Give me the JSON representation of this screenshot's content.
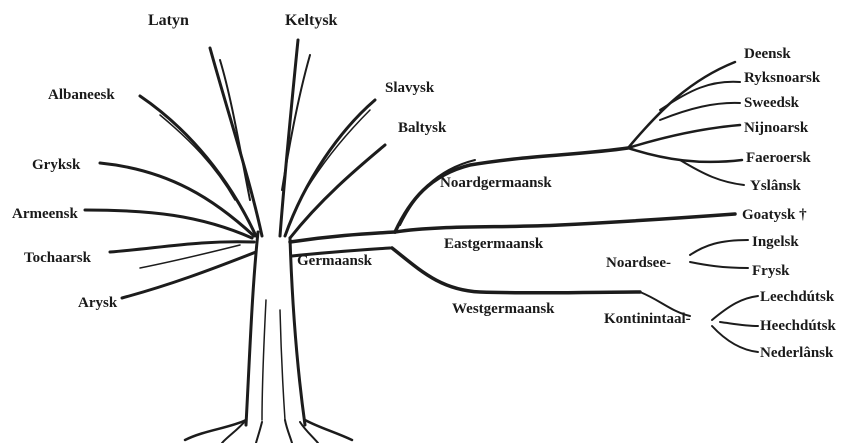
{
  "tree": {
    "top_branches": {
      "latyn": "Latyn",
      "keltysk": "Keltysk",
      "albaneesk": "Albaneesk",
      "slavysk": "Slavysk",
      "baltysk": "Baltysk",
      "gryksk": "Gryksk",
      "armeensk": "Armeensk",
      "tochaarsk": "Tochaarsk",
      "arysk": "Arysk",
      "germaansk": "Germaansk"
    },
    "germanic": {
      "noard": "Noardgermaansk",
      "east": "Eastgermaansk",
      "west": "Westgermaansk",
      "noardsee": "Noardsee-",
      "kontinintaal": "Kontinintaal-"
    },
    "leaves": {
      "deensk": "Deensk",
      "ryksnoarsk": "Ryksnoarsk",
      "sweedsk": "Sweedsk",
      "nijnoarsk": "Nijnoarsk",
      "faeroersk": "Faeroersk",
      "yslansk": "Yslânsk",
      "goatysk": "Goatysk †",
      "ingelsk": "Ingelsk",
      "frysk": "Frysk",
      "leechdutsk": "Leechdútsk",
      "heechdutsk": "Heechdútsk",
      "nederlansk": "Nederlânsk"
    }
  }
}
